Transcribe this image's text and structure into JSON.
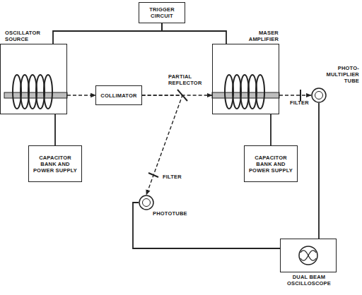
{
  "diagram": {
    "nodes": [
      {
        "text": [
          "TRIGGER CIRCUIT"
        ]
      },
      {
        "text": [
          "OSCILLATOR SOURCE"
        ]
      },
      {
        "text": [
          "COLLIMATOR"
        ]
      },
      {
        "text": [
          "MASER AMPLIFIER"
        ]
      },
      {
        "text": [
          "PHOTO- MULTIPLIER TUBE"
        ]
      },
      {
        "text": [
          "CAPACITOR BANK AND POWER SUPPLY"
        ]
      },
      {
        "text": [
          "CAPACITOR BANK AND POWER SUPPLY"
        ]
      },
      {
        "text": [
          "PHOTOTUBE"
        ]
      },
      {
        "text": [
          "DUAL BEAM OSCILLOSCOPE"
        ]
      }
    ],
    "edges": [
      {
        "from": 0,
        "to": 1,
        "arrow": "none"
      },
      {
        "from": 0,
        "to": 3,
        "arrow": "none"
      },
      {
        "from": 1,
        "to": 2,
        "arrow": "to"
      },
      {
        "from": 2,
        "to": 3,
        "arrow": "to"
      },
      {
        "from": 2,
        "to": 7,
        "arrow": "to"
      },
      {
        "from": 3,
        "to": 4,
        "arrow": "to"
      },
      {
        "from": 1,
        "to": 5,
        "arrow": "none"
      },
      {
        "from": 3,
        "to": 6,
        "arrow": "none"
      },
      {
        "from": 4,
        "to": 8,
        "arrow": "none"
      },
      {
        "from": 7,
        "to": 8,
        "arrow": "none"
      }
    ],
    "labels": [
      "PARTIAL REFLECTOR",
      "FILTER",
      "FILTER"
    ]
  }
}
